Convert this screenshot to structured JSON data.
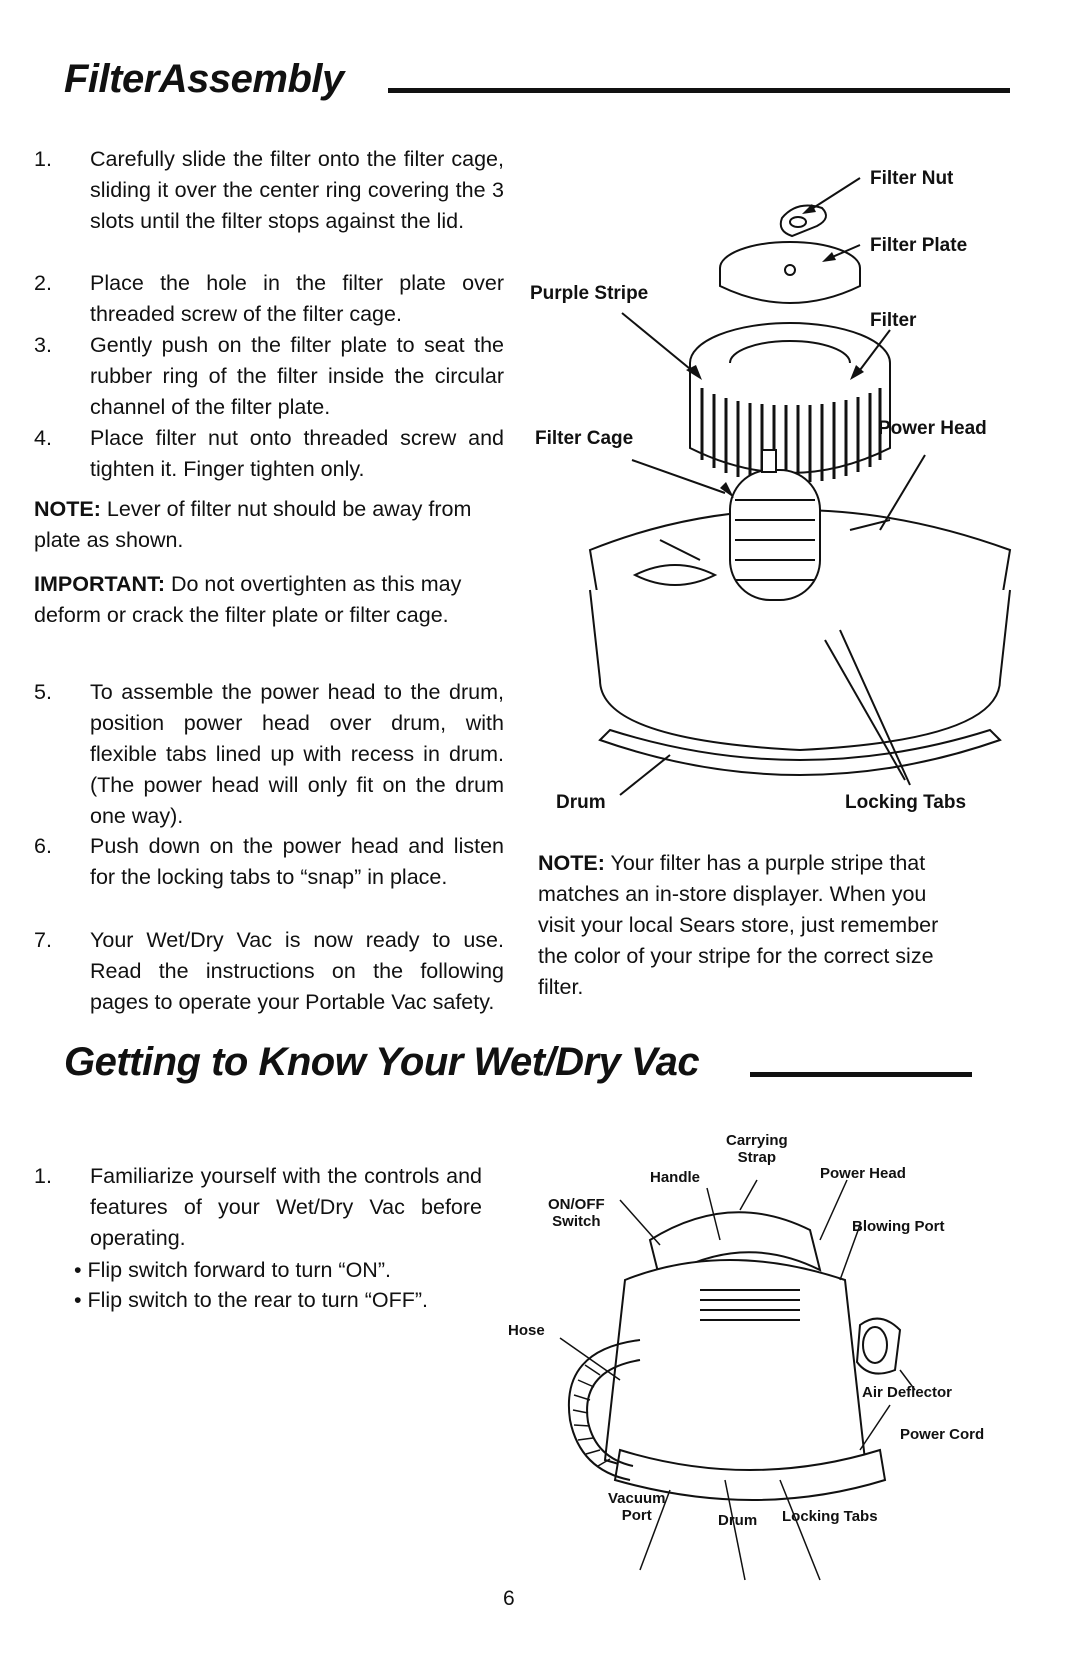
{
  "section1": {
    "title": "FilterAssembly",
    "steps": [
      {
        "num": "1.",
        "text": "Carefully slide the filter onto the filter cage, sliding it over the center ring covering the 3 slots until the filter stops against the lid."
      },
      {
        "num": "2.",
        "text": "Place the hole in the filter plate over threaded screw of the filter cage."
      },
      {
        "num": "3.",
        "text": "Gently push on the filter plate to seat the rubber ring of the filter inside the circular channel of the filter plate."
      },
      {
        "num": "4.",
        "text": "Place filter nut onto threaded screw and tighten it. Finger tighten only."
      }
    ],
    "note_label": "NOTE:",
    "note_text": "Lever of filter nut should be away from plate as shown.",
    "important_label": "IMPORTANT:",
    "important_text": "Do not overtighten as this may deform or crack the filter plate or filter cage.",
    "steps2": [
      {
        "num": "5.",
        "text": "To assemble the power head to the drum, position power head over drum, with flexible tabs lined up with recess in drum. (The power head will only fit on the drum one way)."
      },
      {
        "num": "6.",
        "text": "Push down on the power head and listen for the locking tabs to “snap” in place."
      },
      {
        "num": "7.",
        "text": "Your Wet/Dry Vac is now ready to use. Read the instructions on the following pages to operate your Portable Vac safety."
      }
    ],
    "diagram_labels": {
      "filter_nut": "Filter Nut",
      "filter_plate": "Filter Plate",
      "purple_stripe": "Purple Stripe",
      "filter": "Filter",
      "filter_cage": "Filter Cage",
      "power_head": "Power Head",
      "drum": "Drum",
      "locking_tabs": "Locking Tabs"
    },
    "side_note_label": "NOTE:",
    "side_note_text": "Your filter has a purple stripe that matches an in-store displayer. When you visit your local Sears store, just remember the color of your stripe for the correct size filter."
  },
  "section2": {
    "title": "Getting to Know Your Wet/Dry Vac",
    "step": {
      "num": "1.",
      "text": "Familiarize yourself with the controls and features of your Wet/Dry Vac before operating."
    },
    "bullets": [
      "• Flip switch forward to turn “ON”.",
      "• Flip switch to the rear to turn “OFF”."
    ],
    "diagram_labels": {
      "carrying": "Carrying",
      "strap": "Strap",
      "handle": "Handle",
      "power_head": "Power Head",
      "on_off": "ON/OFF",
      "switch": "Switch",
      "blowing_port": "Blowing Port",
      "hose": "Hose",
      "air_deflector": "Air Deflector",
      "power_cord": "Power Cord",
      "vacuum": "Vacuum",
      "port": "Port",
      "drum": "Drum",
      "locking_tabs": "Locking Tabs"
    }
  },
  "page_number": "6"
}
